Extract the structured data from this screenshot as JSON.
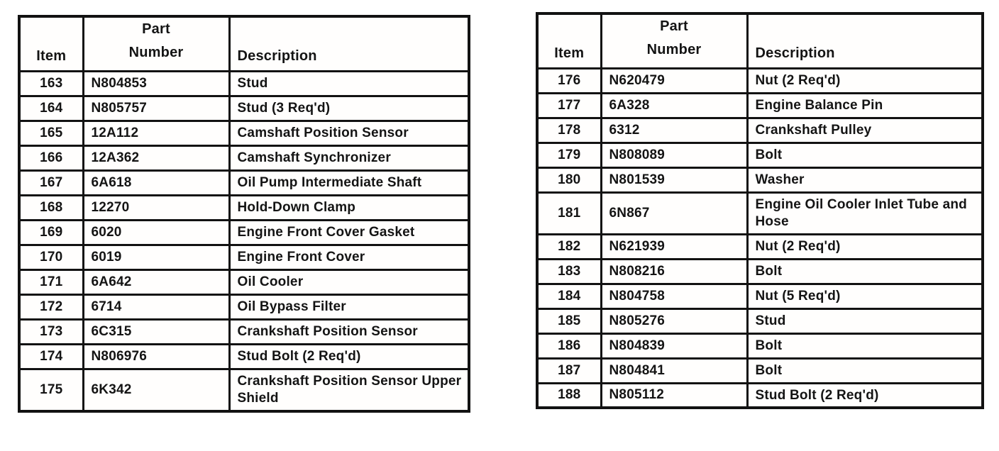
{
  "page": {
    "background_color": "#ffffff",
    "text_color": "#141414",
    "border_color": "#121212"
  },
  "tables": [
    {
      "name": "parts-table-items-163-175",
      "headers": {
        "item": "Item",
        "part_number": "Part\nNumber",
        "description": "Description"
      },
      "rows": [
        {
          "item": "163",
          "part_number": "N804853",
          "description": "Stud"
        },
        {
          "item": "164",
          "part_number": "N805757",
          "description": "Stud (3 Req'd)"
        },
        {
          "item": "165",
          "part_number": "12A112",
          "description": "Camshaft Position Sensor"
        },
        {
          "item": "166",
          "part_number": "12A362",
          "description": "Camshaft Synchronizer"
        },
        {
          "item": "167",
          "part_number": "6A618",
          "description": "Oil Pump Intermediate Shaft"
        },
        {
          "item": "168",
          "part_number": "12270",
          "description": "Hold-Down Clamp"
        },
        {
          "item": "169",
          "part_number": "6020",
          "description": "Engine Front Cover Gasket"
        },
        {
          "item": "170",
          "part_number": "6019",
          "description": "Engine Front Cover"
        },
        {
          "item": "171",
          "part_number": "6A642",
          "description": "Oil Cooler"
        },
        {
          "item": "172",
          "part_number": "6714",
          "description": "Oil Bypass Filter"
        },
        {
          "item": "173",
          "part_number": "6C315",
          "description": "Crankshaft Position Sensor"
        },
        {
          "item": "174",
          "part_number": "N806976",
          "description": "Stud Bolt (2 Req'd)"
        },
        {
          "item": "175",
          "part_number": "6K342",
          "description": "Crankshaft Position Sensor Upper Shield"
        }
      ]
    },
    {
      "name": "parts-table-items-176-188",
      "headers": {
        "item": "Item",
        "part_number": "Part\nNumber",
        "description": "Description"
      },
      "rows": [
        {
          "item": "176",
          "part_number": "N620479",
          "description": "Nut (2 Req'd)"
        },
        {
          "item": "177",
          "part_number": "6A328",
          "description": "Engine Balance Pin"
        },
        {
          "item": "178",
          "part_number": "6312",
          "description": "Crankshaft Pulley"
        },
        {
          "item": "179",
          "part_number": "N808089",
          "description": "Bolt"
        },
        {
          "item": "180",
          "part_number": "N801539",
          "description": "Washer"
        },
        {
          "item": "181",
          "part_number": "6N867",
          "description": "Engine Oil Cooler Inlet Tube and Hose"
        },
        {
          "item": "182",
          "part_number": "N621939",
          "description": "Nut (2 Req'd)"
        },
        {
          "item": "183",
          "part_number": "N808216",
          "description": "Bolt"
        },
        {
          "item": "184",
          "part_number": "N804758",
          "description": "Nut (5 Req'd)"
        },
        {
          "item": "185",
          "part_number": "N805276",
          "description": "Stud"
        },
        {
          "item": "186",
          "part_number": "N804839",
          "description": "Bolt"
        },
        {
          "item": "187",
          "part_number": "N804841",
          "description": "Bolt"
        },
        {
          "item": "188",
          "part_number": "N805112",
          "description": "Stud Bolt (2 Req'd)"
        }
      ]
    }
  ]
}
